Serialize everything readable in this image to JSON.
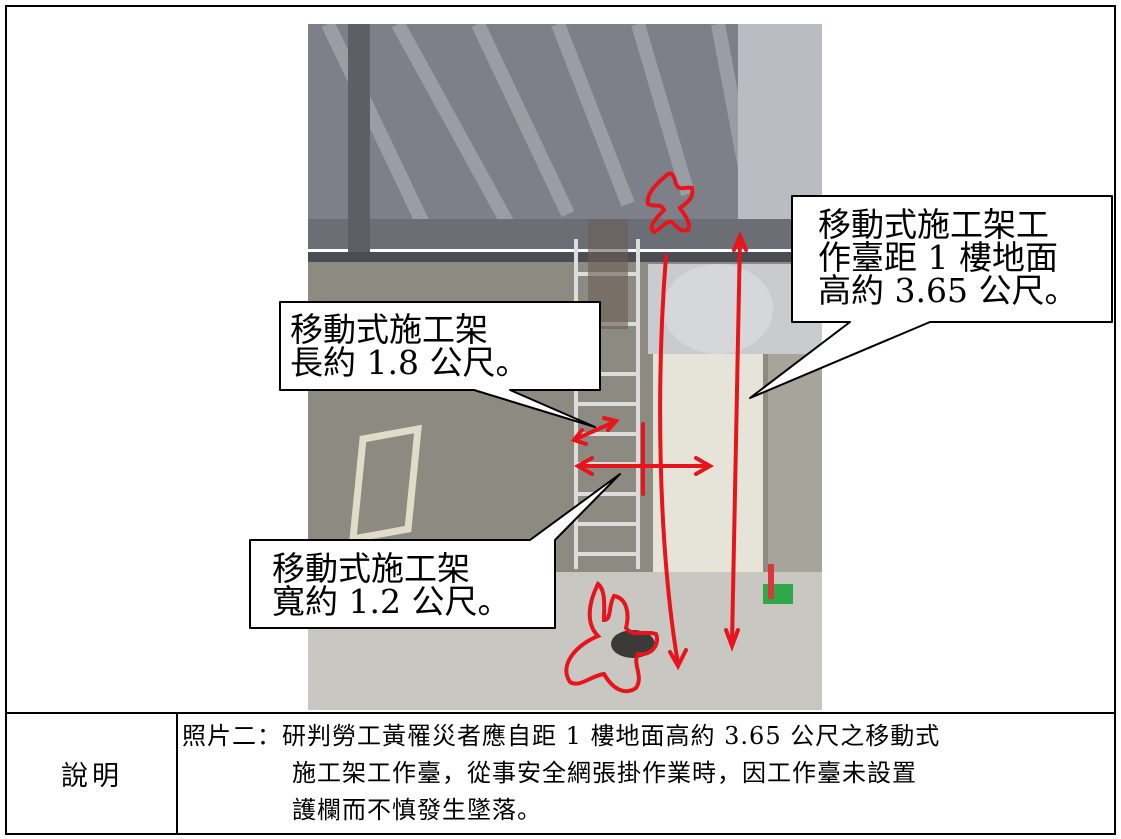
{
  "photo": {
    "callouts": {
      "platform_height": "移動式施工架工\n作臺距 1 樓地面\n高約 3.65 公尺。",
      "length": "移動式施工架\n長約 1.8 公尺。",
      "width": "移動式施工架\n寬約 1.2 公尺。"
    },
    "annotation_color": "#e8141c"
  },
  "caption": {
    "label": "說明",
    "prefix": "照片二：",
    "line1": "研判勞工黃罹災者應自距 1 樓地面高約 3.65 公尺之移動式",
    "line2": "施工架工作臺，從事安全網張掛作業時，因工作臺未設置",
    "line3": "護欄而不慎發生墜落。"
  }
}
